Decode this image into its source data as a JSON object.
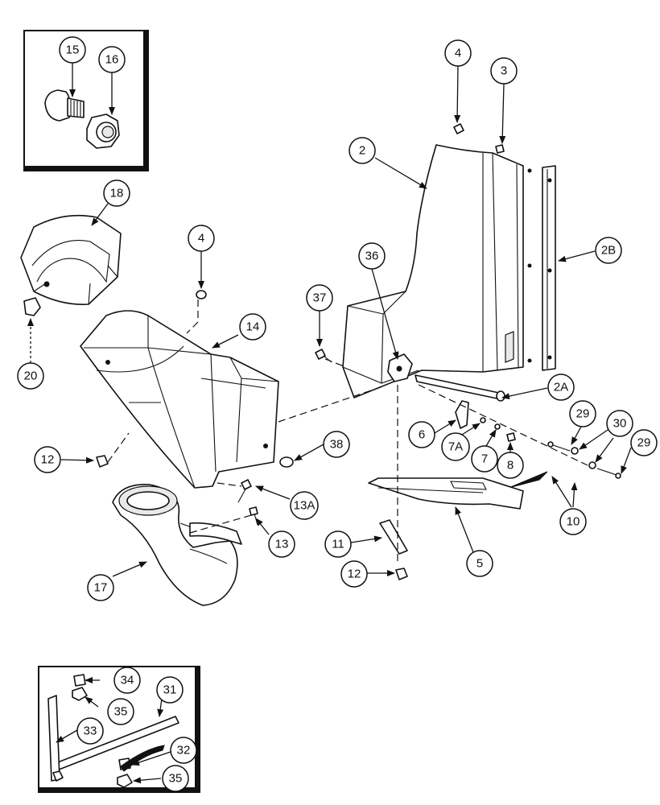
{
  "diagram": {
    "callouts": [
      "15",
      "16",
      "18",
      "20",
      "4",
      "14",
      "12",
      "17",
      "13A",
      "13",
      "38",
      "37",
      "36",
      "2",
      "3",
      "4",
      "2B",
      "2A",
      "6",
      "7A",
      "7",
      "8",
      "29",
      "30",
      "29",
      "10",
      "11",
      "12",
      "5",
      "34",
      "35",
      "31",
      "33",
      "32",
      "35"
    ]
  }
}
